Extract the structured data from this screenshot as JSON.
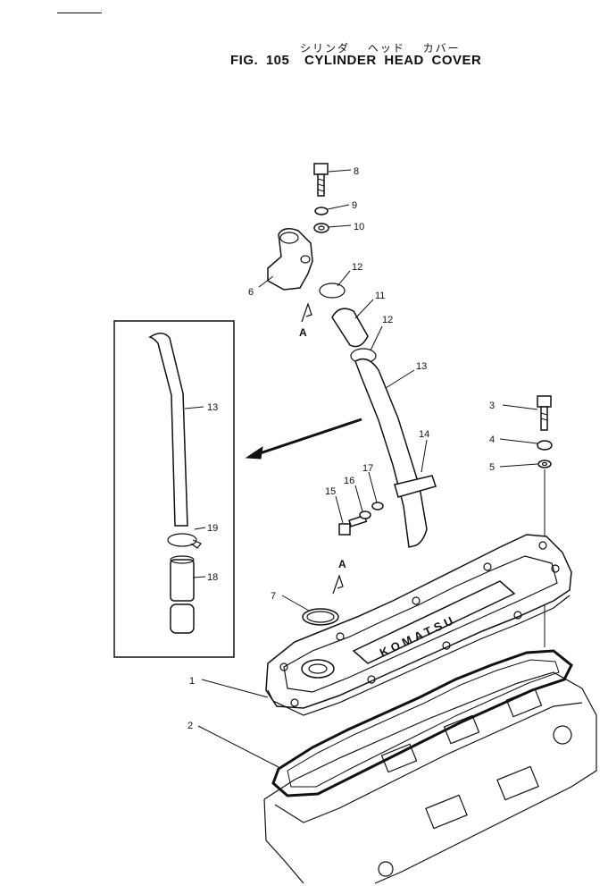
{
  "title": {
    "japanese": "シリンダ ヘッド カバー",
    "figure": "FIG. 105",
    "english": "CYLINDER HEAD COVER"
  },
  "section_markers": [
    "A",
    "A"
  ],
  "part_labels": {
    "p1": "1",
    "p2": "2",
    "p3": "3",
    "p4": "4",
    "p5": "5",
    "p6": "6",
    "p7": "7",
    "p8": "8",
    "p9": "9",
    "p10": "10",
    "p11": "11",
    "p12a": "12",
    "p12b": "12",
    "p13a": "13",
    "p13b": "13",
    "p14": "14",
    "p15": "15",
    "p16": "16",
    "p17": "17",
    "p18": "18",
    "p19": "19"
  },
  "cover_lettering": "KOMATSU"
}
